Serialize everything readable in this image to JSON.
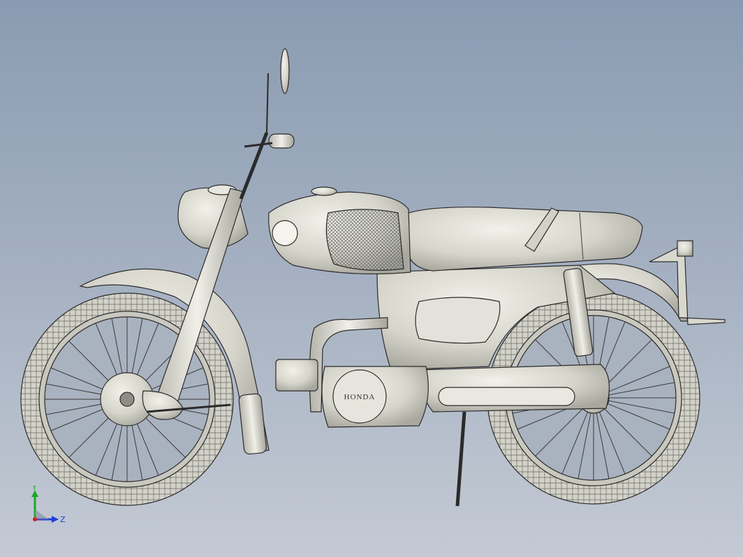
{
  "viewport": {
    "background_top": "#8a9bb1",
    "background_bottom": "#c4cad4"
  },
  "model": {
    "name": "motorcycle-3d-model",
    "brand_text": "HONDA",
    "body_color": "#d9d8cf",
    "edge_color": "#2b2b2b",
    "tire_color": "#cfcfc6"
  },
  "triad": {
    "y_label": "Y",
    "z_label": "Z",
    "y_color": "#1aa82b",
    "z_color": "#1f3fd8",
    "x_color": "#d81f1f"
  }
}
